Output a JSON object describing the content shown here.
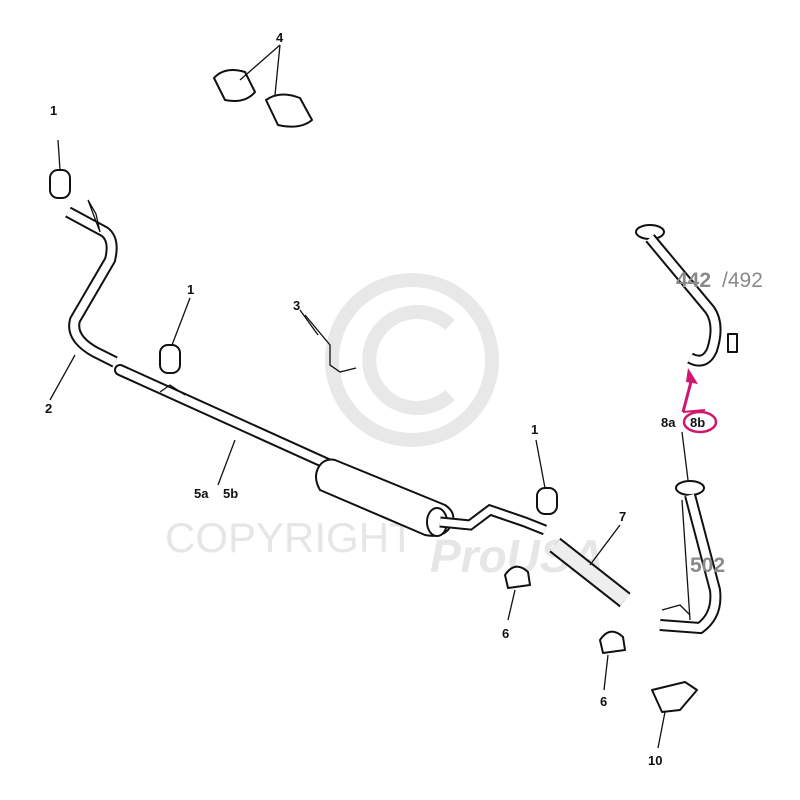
{
  "diagram": {
    "watermark": {
      "text": "COPYRIGHT",
      "logo_text": "ProUSA"
    },
    "model_labels": {
      "primary": "442",
      "secondary": "/492",
      "lower": "502"
    },
    "callouts": [
      {
        "id": "1a",
        "text": "1"
      },
      {
        "id": "1b",
        "text": "1"
      },
      {
        "id": "1c",
        "text": "1"
      },
      {
        "id": "2",
        "text": "2"
      },
      {
        "id": "3",
        "text": "3"
      },
      {
        "id": "4",
        "text": "4"
      },
      {
        "id": "5a",
        "text": "5a"
      },
      {
        "id": "5b",
        "text": "5b"
      },
      {
        "id": "6a",
        "text": "6"
      },
      {
        "id": "6b",
        "text": "6"
      },
      {
        "id": "7",
        "text": "7"
      },
      {
        "id": "8a",
        "text": "8a"
      },
      {
        "id": "8b",
        "text": "8b"
      },
      {
        "id": "10",
        "text": "10"
      }
    ],
    "highlight_color": "#d0176f"
  }
}
